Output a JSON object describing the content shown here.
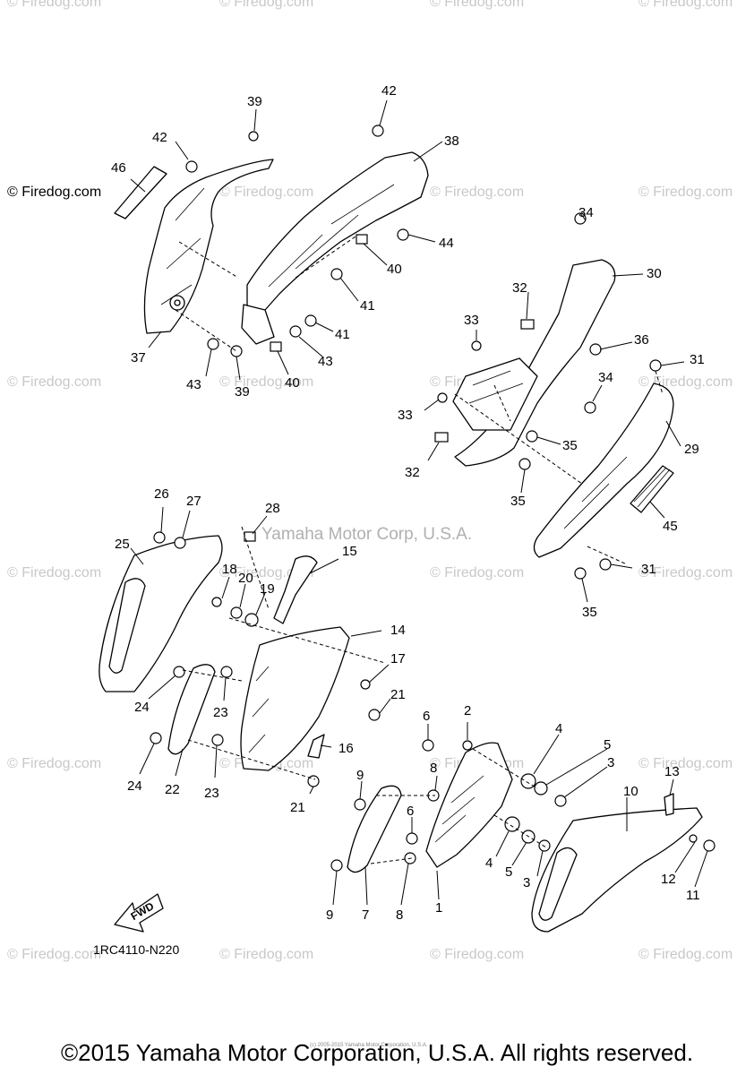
{
  "watermarks": {
    "site": "© Firedog.com",
    "vendor": "Yamaha Motor Corp, U.S.A."
  },
  "reference_code": "1RC4110-N220",
  "fwd_label": "FWD",
  "footer_tiny": "(c) 2005-2015 Yamaha Motor Corporation, U.S.A.",
  "copyright": "©2015 Yamaha Motor Corporation, U.S.A. All rights reserved.",
  "callouts": {
    "c1": "1",
    "c2": "2",
    "c3a": "3",
    "c3b": "3",
    "c4a": "4",
    "c4b": "4",
    "c5a": "5",
    "c5b": "5",
    "c6a": "6",
    "c6b": "6",
    "c7": "7",
    "c8a": "8",
    "c8b": "8",
    "c9a": "9",
    "c9b": "9",
    "c10": "10",
    "c11": "11",
    "c12": "12",
    "c13": "13",
    "c14": "14",
    "c15": "15",
    "c16": "16",
    "c17": "17",
    "c18": "18",
    "c19": "19",
    "c20": "20",
    "c21a": "21",
    "c21b": "21",
    "c22": "22",
    "c23a": "23",
    "c23b": "23",
    "c24a": "24",
    "c24b": "24",
    "c25": "25",
    "c26": "26",
    "c27": "27",
    "c28": "28",
    "c29": "29",
    "c30": "30",
    "c31a": "31",
    "c31b": "31",
    "c32a": "32",
    "c32b": "32",
    "c33a": "33",
    "c33b": "33",
    "c34a": "34",
    "c34b": "34",
    "c35a": "35",
    "c35b": "35",
    "c35c": "35",
    "c36": "36",
    "c37": "37",
    "c38": "38",
    "c39a": "39",
    "c39b": "39",
    "c40a": "40",
    "c40b": "40",
    "c41a": "41",
    "c41b": "41",
    "c42a": "42",
    "c42b": "42",
    "c43a": "43",
    "c43b": "43",
    "c44": "44",
    "c45": "45",
    "c46": "46"
  }
}
